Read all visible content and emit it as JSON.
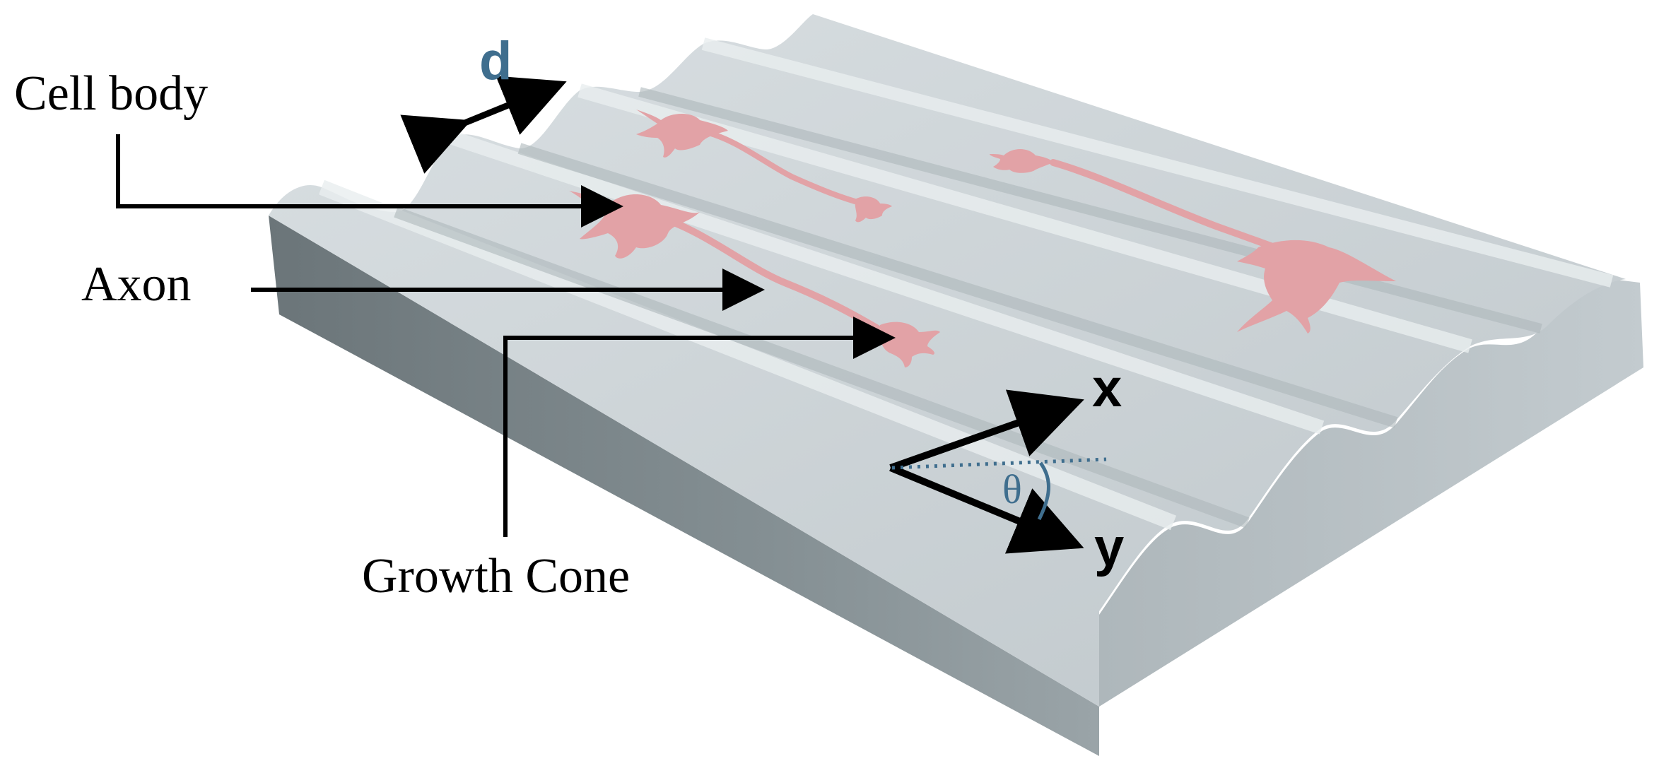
{
  "labels": {
    "cell_body": "Cell body",
    "axon": "Axon",
    "growth_cone": "Growth Cone",
    "spacing": "d",
    "axis_x": "x",
    "axis_y": "y",
    "angle": "θ"
  },
  "colors": {
    "substrate_top": "#c7ced2",
    "substrate_side": "#7f8a8e",
    "neuron": "#e2a2a6",
    "accent_blue": "#3f6e8e",
    "arrow": "#000000"
  }
}
